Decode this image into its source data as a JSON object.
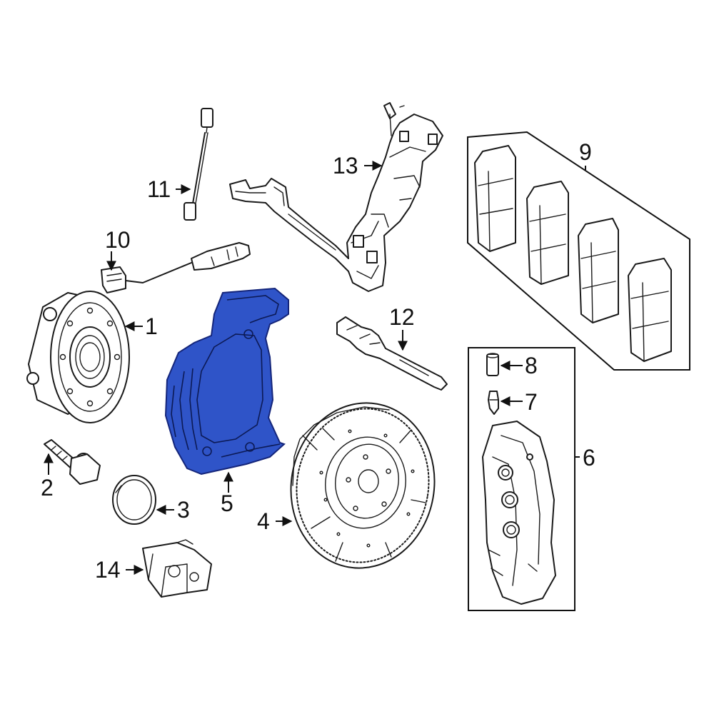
{
  "callouts": {
    "c1": "1",
    "c2": "2",
    "c3": "3",
    "c4": "4",
    "c5": "5",
    "c6": "6",
    "c7": "7",
    "c8": "8",
    "c9": "9",
    "c10": "10",
    "c11": "11",
    "c12": "12",
    "c13": "13",
    "c14": "14"
  },
  "colors": {
    "highlight": "#2f54c8",
    "highlight_stroke": "#14257a",
    "line": "#1a1a1a"
  },
  "highlighted_part": "5"
}
